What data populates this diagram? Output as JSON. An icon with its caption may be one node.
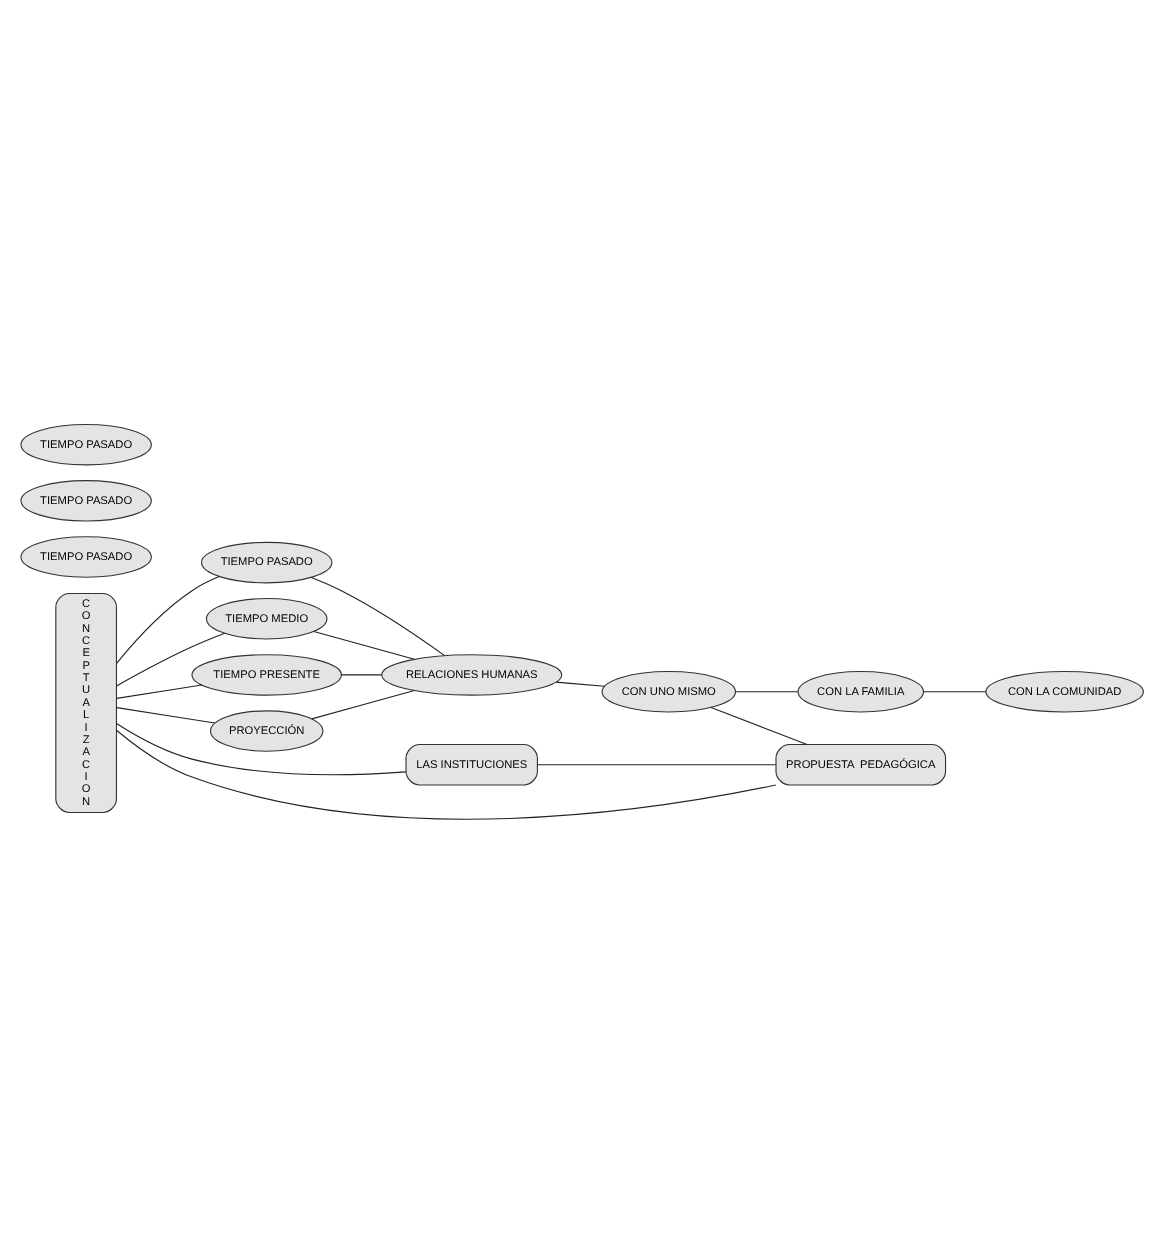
{
  "diagram": {
    "nodes": [
      {
        "text": [
          "C O N C E P T U A L I Z A C I O N"
        ]
      },
      {
        "text": [
          "TIEMPO PASADO"
        ]
      },
      {
        "text": [
          "TIEMPO MEDIO"
        ]
      },
      {
        "text": [
          "TIEMPO PRESENTE"
        ]
      },
      {
        "text": [
          "PROYECCIÓN"
        ]
      },
      {
        "text": [
          "RELACIONES HUMANAS"
        ]
      },
      {
        "text": [
          "CON UNO MISMO"
        ]
      },
      {
        "text": [
          "CON LA FAMILIA"
        ]
      },
      {
        "text": [
          "CON LA COMUNIDAD"
        ]
      },
      {
        "text": [
          "LAS INSTITUCIONES"
        ]
      },
      {
        "text": [
          "TIEMPO PASADO"
        ]
      },
      {
        "text": [
          "TIEMPO PASADO"
        ]
      },
      {
        "text": [
          "TIEMPO PASADO"
        ]
      },
      {
        "text": [
          "PROPUESTA  PEDAGÓGICA"
        ]
      }
    ],
    "edges": [
      {
        "from": 0,
        "to": 1,
        "arrow": "none"
      },
      {
        "from": 0,
        "to": 2,
        "arrow": "none"
      },
      {
        "from": 0,
        "to": 3,
        "arrow": "none"
      },
      {
        "from": 0,
        "to": 4,
        "arrow": "none"
      },
      {
        "from": 1,
        "to": 5,
        "arrow": "none"
      },
      {
        "from": 2,
        "to": 5,
        "arrow": "none"
      },
      {
        "from": 3,
        "to": 5,
        "arrow": "none"
      },
      {
        "from": 4,
        "to": 5,
        "arrow": "none"
      },
      {
        "from": 5,
        "to": 6,
        "arrow": "none"
      },
      {
        "from": 6,
        "to": 7,
        "arrow": "none"
      },
      {
        "from": 7,
        "to": 8,
        "arrow": "none"
      },
      {
        "from": 0,
        "to": 9,
        "arrow": "none"
      },
      {
        "from": 0,
        "to": 13,
        "arrow": "none"
      },
      {
        "from": 9,
        "to": 13,
        "arrow": "none"
      },
      {
        "from": 6,
        "to": 13,
        "arrow": "none"
      }
    ]
  }
}
